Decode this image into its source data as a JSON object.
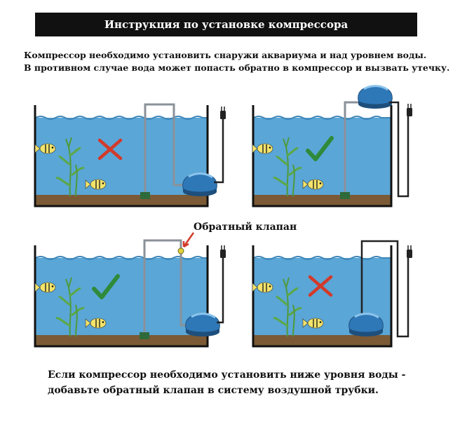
{
  "header": {
    "title": "Инструкция по установке компрессора"
  },
  "intro": {
    "line1": "Компрессор необходимо установить снаружи аквариума и над уровнем воды.",
    "line2": "В противном случае вода может попасть обратно в компрессор и вызвать утечку."
  },
  "diagrams": [
    {
      "position": "top-left",
      "compressor": "below water level",
      "check_valve": false,
      "result": "wrong"
    },
    {
      "position": "top-right",
      "compressor": "above water level",
      "check_valve": false,
      "result": "correct"
    },
    {
      "position": "bottom-left",
      "compressor": "below water level",
      "check_valve": true,
      "result": "correct"
    },
    {
      "position": "bottom-right",
      "compressor": "below water level, inside tank",
      "check_valve": false,
      "result": "wrong"
    }
  ],
  "valve_label": "Обратный клапан",
  "footer": {
    "line1": "Если компрессор необходимо установить ниже уровня воды -",
    "line2": "добавьте обратный клапан в систему воздушной трубки."
  },
  "colors": {
    "water": "#5aa6d6",
    "soil": "#7b5a35",
    "compressor": "#2f78b8",
    "wrong_mark": "#d23a2a",
    "correct_mark": "#2f8a3a",
    "valve": "#e0d23a"
  }
}
